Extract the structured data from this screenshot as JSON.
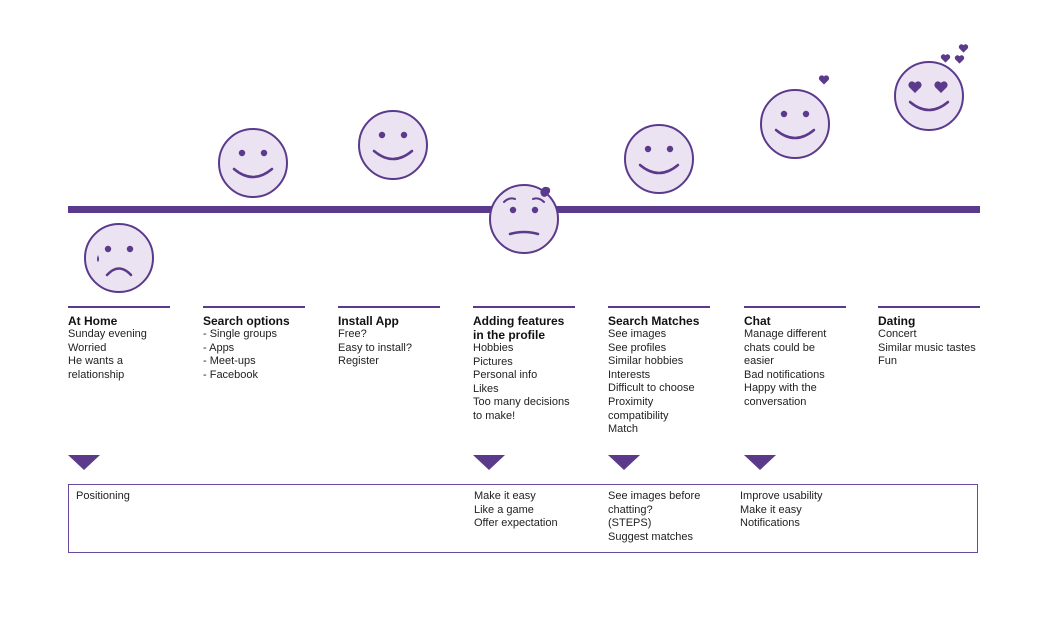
{
  "colors": {
    "accent": "#5b3a8c",
    "face_fill": "#ebe3f2",
    "face_stroke": "#5b3a8c"
  },
  "stages": [
    {
      "title_lines": [
        "At Home"
      ],
      "items": [
        "Sunday evening",
        "Worried",
        "He wants a",
        "relationship"
      ]
    },
    {
      "title_lines": [
        "Search options"
      ],
      "items": [
        "- Single groups",
        "- Apps",
        "- Meet-ups",
        "- Facebook"
      ]
    },
    {
      "title_lines": [
        "Install App"
      ],
      "items": [
        "Free?",
        "Easy to install?",
        "Register"
      ]
    },
    {
      "title_lines": [
        "Adding features",
        "in the profile"
      ],
      "items": [
        "Hobbies",
        "Pictures",
        "Personal info",
        "Likes",
        "Too many decisions",
        "to make!"
      ]
    },
    {
      "title_lines": [
        "Search Matches"
      ],
      "items": [
        "See images",
        "See profiles",
        "Similar hobbies",
        "Interests",
        "Difficult to choose",
        "Proximity",
        "compatibility",
        "Match"
      ]
    },
    {
      "title_lines": [
        "Chat"
      ],
      "items": [
        "Manage different",
        "chats could be",
        "easier",
        "Bad notifications",
        "Happy with the",
        "conversation"
      ]
    },
    {
      "title_lines": [
        "Dating"
      ],
      "items": [
        "Concert",
        "Similar music tastes",
        "Fun"
      ]
    }
  ],
  "insights": [
    {
      "items": [
        "Positioning"
      ]
    },
    {
      "items": [
        "Make it easy",
        "Like a game",
        "Offer expectation"
      ]
    },
    {
      "items": [
        "See images before",
        "chatting?",
        "(STEPS)",
        "Suggest matches"
      ]
    },
    {
      "items": [
        "Improve usability",
        "Make it easy",
        "Notifications"
      ]
    }
  ],
  "emotions": [
    {
      "stage": "At Home",
      "mood": "sad",
      "icon": "sad-face-icon"
    },
    {
      "stage": "Search options",
      "mood": "happy",
      "icon": "smiley-face-icon"
    },
    {
      "stage": "Install App",
      "mood": "happy",
      "icon": "smiley-face-icon"
    },
    {
      "stage": "Adding features in the profile",
      "mood": "worried",
      "icon": "worried-face-icon"
    },
    {
      "stage": "Search Matches",
      "mood": "happy",
      "icon": "smiley-face-icon"
    },
    {
      "stage": "Chat",
      "mood": "happy",
      "icon": "smiley-face-icon"
    },
    {
      "stage": "Dating",
      "mood": "in-love",
      "icon": "heart-eyes-face-icon"
    }
  ]
}
